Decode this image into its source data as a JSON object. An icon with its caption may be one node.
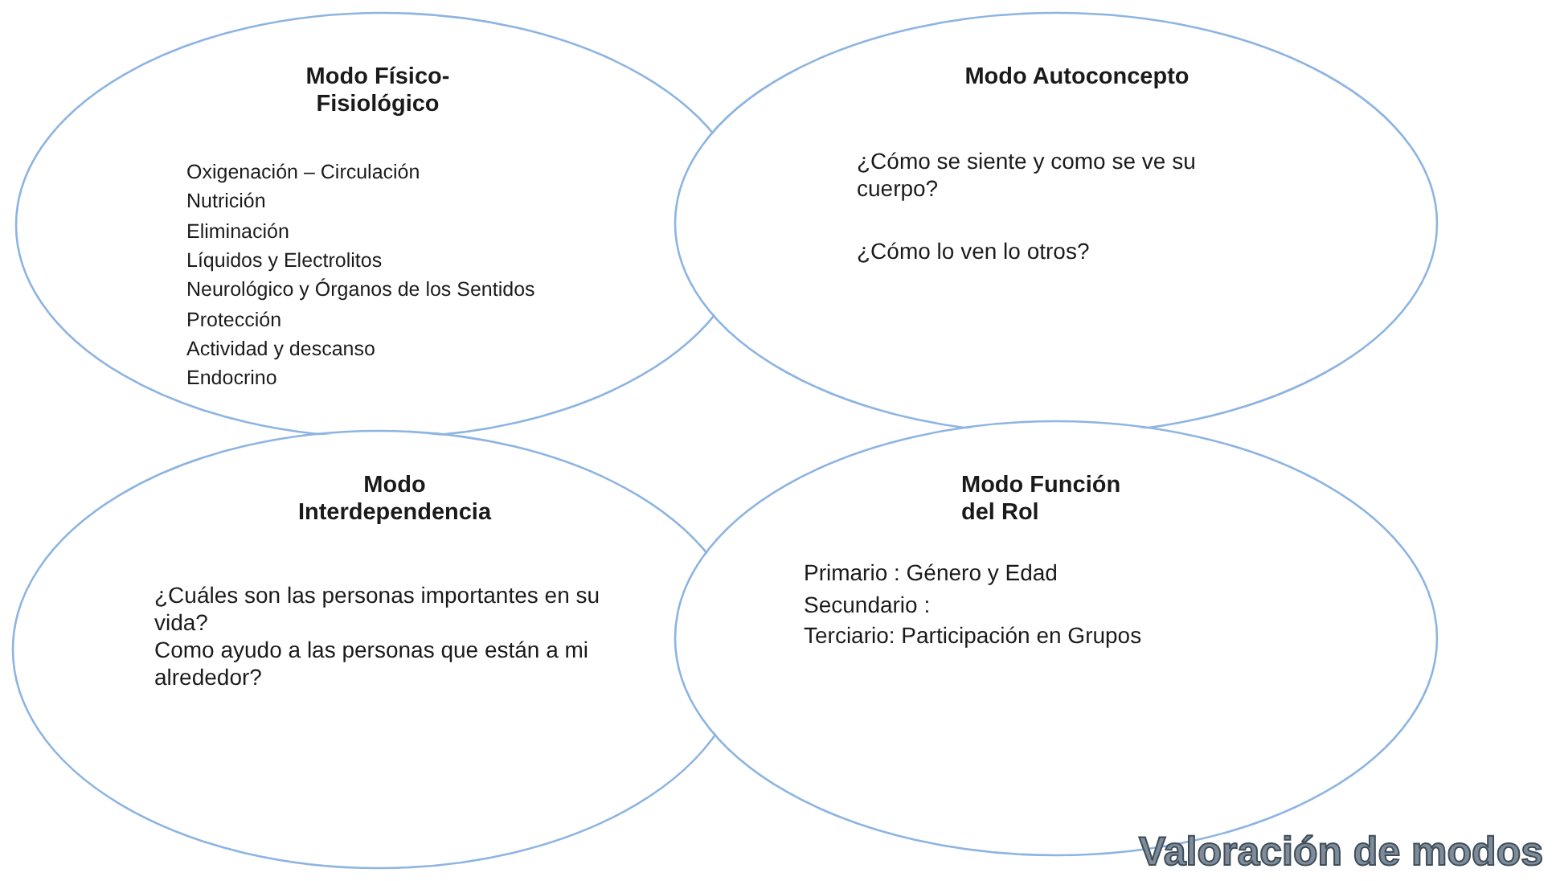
{
  "diagram": {
    "title": "Valoración de modos",
    "nodes": [
      {
        "text": [
          "Modo Físico-Fisiológico",
          "Oxigenación – Circulación",
          "Nutrición",
          "Eliminación",
          "Líquidos y Electrolitos",
          "Neurológico y Órganos de los Sentidos",
          "Protección",
          "Actividad y descanso",
          "Endocrino"
        ]
      },
      {
        "text": [
          "Modo Autoconcepto",
          "¿Cómo se siente y como se ve su cuerpo?",
          "¿Cómo lo ven lo otros?"
        ]
      },
      {
        "text": [
          "Modo Interdependencia",
          "¿Cuáles son las personas importantes en su vida?",
          "Como ayudo a las personas que están a mi alrededor?"
        ]
      },
      {
        "text": [
          "Modo Función del Rol",
          "Primario : Género y Edad",
          "Secundario :",
          "Terciario: Participación en Grupos"
        ]
      }
    ]
  }
}
